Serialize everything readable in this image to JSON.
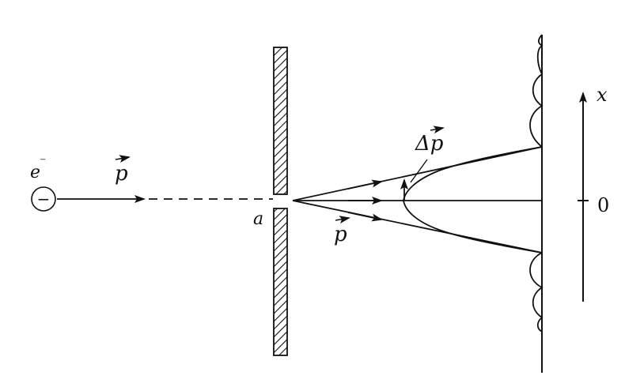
{
  "electron": {
    "label": "e",
    "charge": "⁻",
    "sign": "−"
  },
  "incoming_momentum": {
    "symbol": "p"
  },
  "slit": {
    "label": "a"
  },
  "diffracted_momentum": {
    "symbol": "p"
  },
  "momentum_spread": {
    "symbol": "Δp"
  },
  "axis": {
    "label": "x",
    "zero_label": "0"
  },
  "colors": {
    "ink": "#111111",
    "background": "#ffffff"
  }
}
